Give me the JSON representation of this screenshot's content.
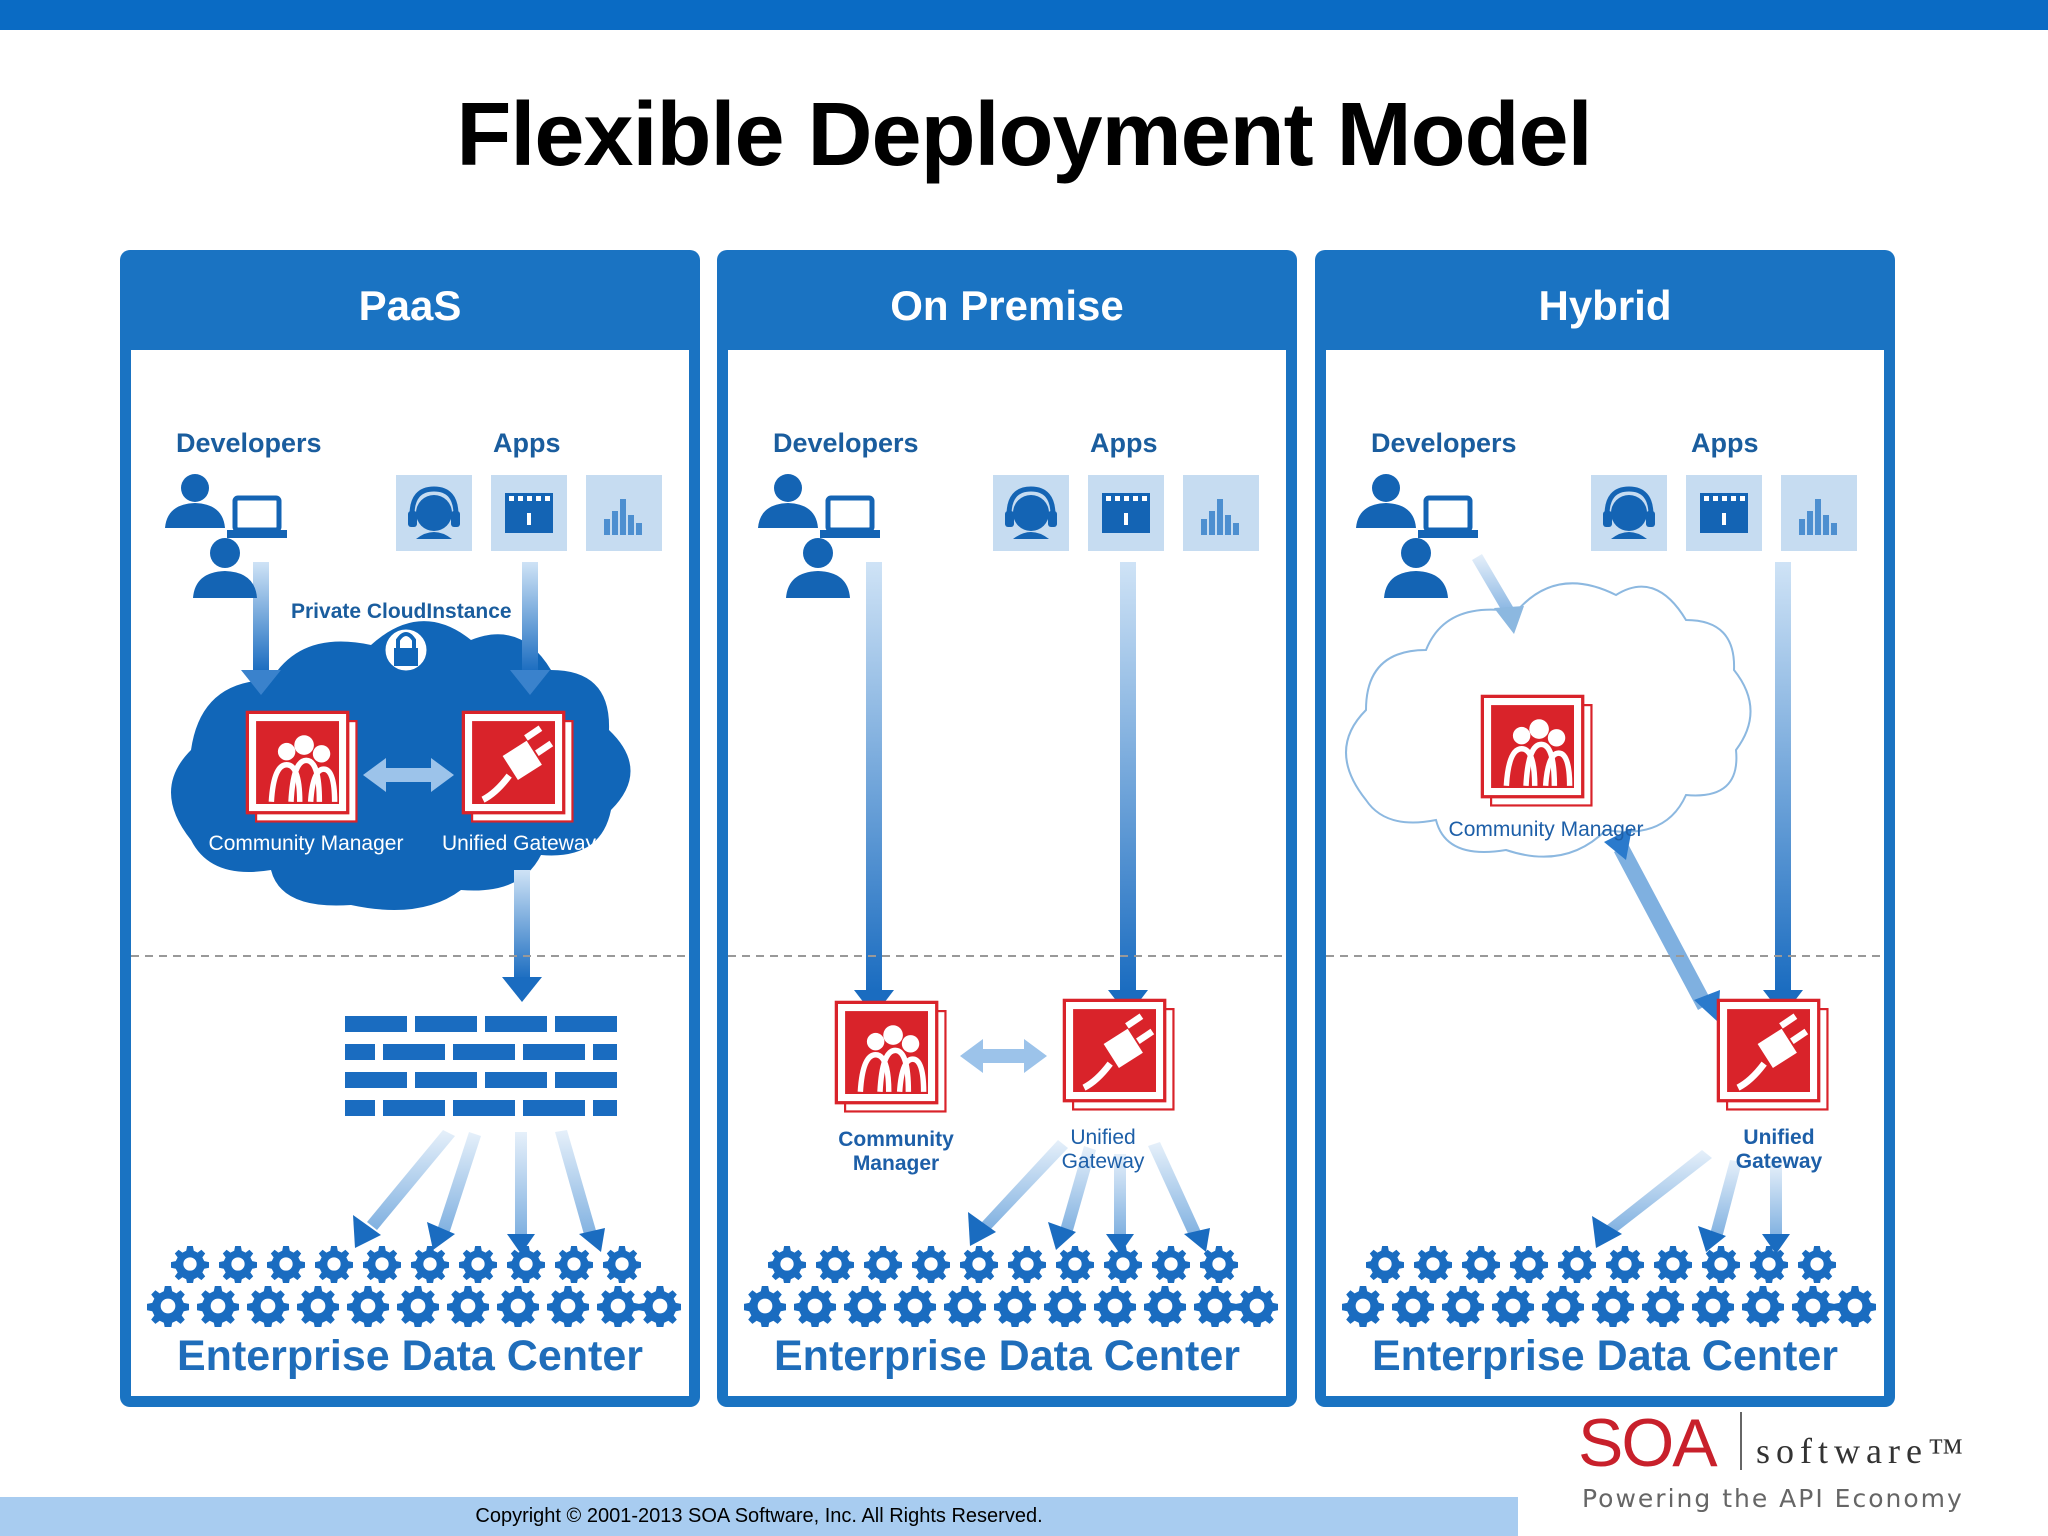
{
  "title": "Flexible Deployment Model",
  "panels": [
    {
      "title": "PaaS",
      "developers": "Developers",
      "apps": "Apps",
      "cloud_label": "Private CloudInstance",
      "community_manager": "Community Manager",
      "unified_gateway": "Unified Gateway",
      "edc": "Enterprise Data Center"
    },
    {
      "title": "On Premise",
      "developers": "Developers",
      "apps": "Apps",
      "community_manager_1": "Community",
      "community_manager_2": "Manager",
      "unified_gateway_1": "Unified",
      "unified_gateway_2": "Gateway",
      "edc": "Enterprise Data Center"
    },
    {
      "title": "Hybrid",
      "developers": "Developers",
      "apps": "Apps",
      "community_manager": "Community Manager",
      "unified_gateway_1": "Unified",
      "unified_gateway_2": "Gateway",
      "edc": "Enterprise Data Center"
    }
  ],
  "footer": {
    "copyright": "Copyright © 2001-2013 SOA Software, Inc. All Rights Reserved."
  },
  "logo": {
    "soa": "SOA",
    "software": "software™",
    "tagline": "Powering the API Economy"
  },
  "colors": {
    "brand_blue": "#1a73c2",
    "product_red": "#d9232a",
    "footer_bar": "#a8ccf0"
  }
}
